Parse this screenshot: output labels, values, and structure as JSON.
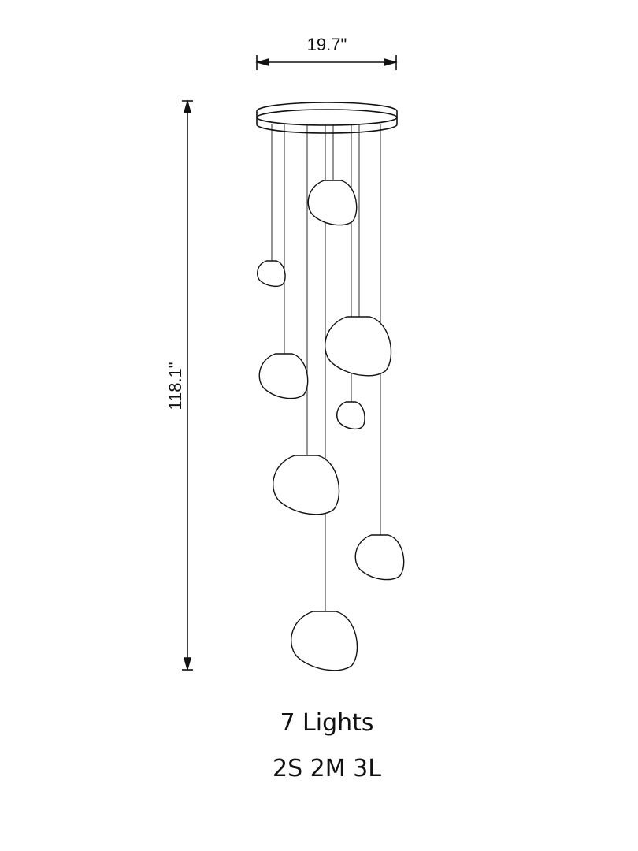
{
  "dimensions": {
    "width_label": "19.7\"",
    "height_label": "118.1\""
  },
  "caption": {
    "count": "7 Lights",
    "sizes": "2S  2M  3L"
  },
  "colors": {
    "line": "#111111",
    "background": "#ffffff"
  }
}
